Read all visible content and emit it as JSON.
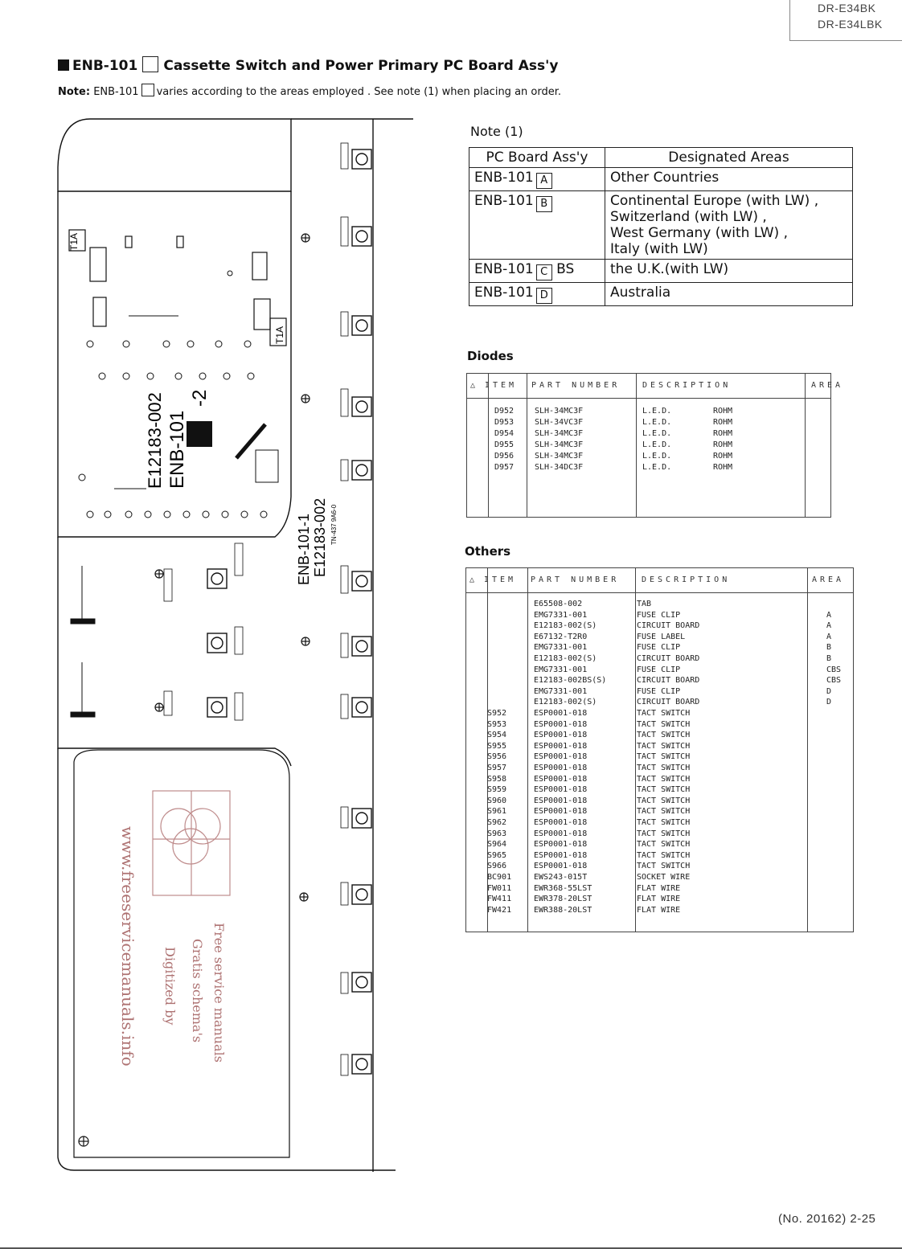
{
  "models": [
    "DR-E34BK",
    "DR-E34LBK"
  ],
  "title": {
    "prefix": "ENB-101",
    "suffix": "Cassette Switch and Power Primary PC Board Ass'y"
  },
  "note": {
    "label": "Note:",
    "prefix": "ENB-101",
    "suffix": "varies according to the areas employed . See note (1) when placing an order."
  },
  "board_labels": {
    "fuse1": "T1A",
    "fuse2": "T1A",
    "part_no": "E12183-002",
    "name": "ENB-101",
    "variant": "-2",
    "side_name": "ENB-101-1",
    "side_part": "E12183-002",
    "side_code": "TN-437 9A6-0"
  },
  "watermark": {
    "url": "www.freeservicemanuals.info",
    "line1": "Free service manuals",
    "line2": "Gratis schema's",
    "line3": "Digitized by"
  },
  "note1": {
    "title": "Note (1)",
    "headers": [
      "PC Board Ass'y",
      "Designated Areas"
    ],
    "rows": [
      {
        "board": "ENB-101",
        "code": "A",
        "extra": "",
        "areas": [
          "Other Countries"
        ]
      },
      {
        "board": "ENB-101",
        "code": "B",
        "extra": "",
        "areas": [
          "Continental Europe (with LW) ,",
          "Switzerland (with LW) ,",
          "West Germany (with LW) ,",
          "Italy (with LW)"
        ]
      },
      {
        "board": "ENB-101",
        "code": "C",
        "extra": "BS",
        "areas": [
          "the U.K.(with LW)"
        ]
      },
      {
        "board": "ENB-101",
        "code": "D",
        "extra": "",
        "areas": [
          "Australia"
        ]
      }
    ]
  },
  "diodes": {
    "title": "Diodes",
    "headers": [
      "ITEM",
      "PART NUMBER",
      "DESCRIPTION",
      "AREA"
    ],
    "rows": [
      {
        "item": "D952",
        "part": "SLH-34MC3F",
        "desc": "L.E.D.",
        "maker": "ROHM",
        "area": ""
      },
      {
        "item": "D953",
        "part": "SLH-34VC3F",
        "desc": "L.E.D.",
        "maker": "ROHM",
        "area": ""
      },
      {
        "item": "D954",
        "part": "SLH-34MC3F",
        "desc": "L.E.D.",
        "maker": "ROHM",
        "area": ""
      },
      {
        "item": "D955",
        "part": "SLH-34MC3F",
        "desc": "L.E.D.",
        "maker": "ROHM",
        "area": ""
      },
      {
        "item": "D956",
        "part": "SLH-34MC3F",
        "desc": "L.E.D.",
        "maker": "ROHM",
        "area": ""
      },
      {
        "item": "D957",
        "part": "SLH-34DC3F",
        "desc": "L.E.D.",
        "maker": "ROHM",
        "area": ""
      }
    ]
  },
  "others": {
    "title": "Others",
    "headers": [
      "ITEM",
      "PART NUMBER",
      "DESCRIPTION",
      "AREA"
    ],
    "rows": [
      {
        "item": "",
        "part": "E65508-002",
        "desc": "TAB",
        "area": ""
      },
      {
        "item": "",
        "part": "EMG7331-001",
        "desc": "FUSE CLIP",
        "area": "A"
      },
      {
        "item": "",
        "part": "E12183-002(S)",
        "desc": "CIRCUIT BOARD",
        "area": "A"
      },
      {
        "item": "",
        "part": "E67132-T2R0",
        "desc": "FUSE LABEL",
        "area": "A"
      },
      {
        "item": "",
        "part": "EMG7331-001",
        "desc": "FUSE CLIP",
        "area": "B"
      },
      {
        "item": "",
        "part": "E12183-002(S)",
        "desc": "CIRCUIT BOARD",
        "area": "B"
      },
      {
        "item": "",
        "part": "EMG7331-001",
        "desc": "FUSE CLIP",
        "area": "CBS"
      },
      {
        "item": "",
        "part": "E12183-002BS(S)",
        "desc": "CIRCUIT BOARD",
        "area": "CBS"
      },
      {
        "item": "",
        "part": "EMG7331-001",
        "desc": "FUSE CLIP",
        "area": "D"
      },
      {
        "item": "",
        "part": "E12183-002(S)",
        "desc": "CIRCUIT BOARD",
        "area": "D"
      },
      {
        "item": "S952",
        "part": "ESP0001-018",
        "desc": "TACT SWITCH",
        "area": ""
      },
      {
        "item": "S953",
        "part": "ESP0001-018",
        "desc": "TACT SWITCH",
        "area": ""
      },
      {
        "item": "S954",
        "part": "ESP0001-018",
        "desc": "TACT SWITCH",
        "area": ""
      },
      {
        "item": "S955",
        "part": "ESP0001-018",
        "desc": "TACT SWITCH",
        "area": ""
      },
      {
        "item": "S956",
        "part": "ESP0001-018",
        "desc": "TACT SWITCH",
        "area": ""
      },
      {
        "item": "S957",
        "part": "ESP0001-018",
        "desc": "TACT SWITCH",
        "area": ""
      },
      {
        "item": "S958",
        "part": "ESP0001-018",
        "desc": "TACT SWITCH",
        "area": ""
      },
      {
        "item": "S959",
        "part": "ESP0001-018",
        "desc": "TACT SWITCH",
        "area": ""
      },
      {
        "item": "S960",
        "part": "ESP0001-018",
        "desc": "TACT SWITCH",
        "area": ""
      },
      {
        "item": "S961",
        "part": "ESP0001-018",
        "desc": "TACT SWITCH",
        "area": ""
      },
      {
        "item": "S962",
        "part": "ESP0001-018",
        "desc": "TACT SWITCH",
        "area": ""
      },
      {
        "item": "S963",
        "part": "ESP0001-018",
        "desc": "TACT SWITCH",
        "area": ""
      },
      {
        "item": "S964",
        "part": "ESP0001-018",
        "desc": "TACT SWITCH",
        "area": ""
      },
      {
        "item": "S965",
        "part": "ESP0001-018",
        "desc": "TACT SWITCH",
        "area": ""
      },
      {
        "item": "S966",
        "part": "ESP0001-018",
        "desc": "TACT SWITCH",
        "area": ""
      },
      {
        "item": "BC901",
        "part": "EWS243-015T",
        "desc": "SOCKET WIRE",
        "area": ""
      },
      {
        "item": "FW011",
        "part": "EWR368-55LST",
        "desc": "FLAT WIRE",
        "area": ""
      },
      {
        "item": "FW411",
        "part": "EWR378-20LST",
        "desc": "FLAT WIRE",
        "area": ""
      },
      {
        "item": "FW421",
        "part": "EWR388-20LST",
        "desc": "FLAT WIRE",
        "area": ""
      }
    ]
  },
  "footer": "(No. 20162) 2-25"
}
